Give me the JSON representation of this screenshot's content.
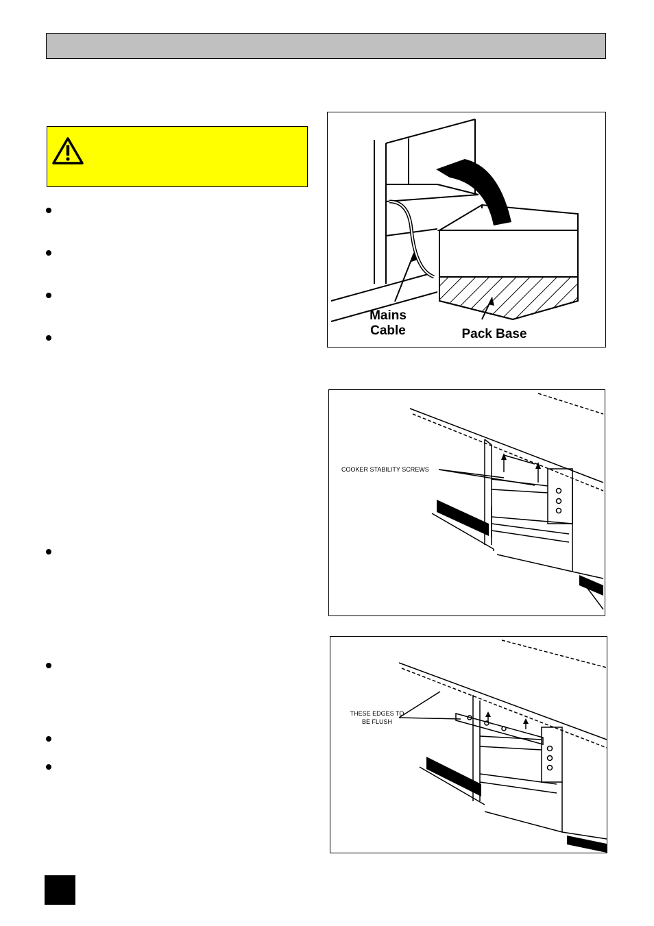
{
  "colors": {
    "header_bar": "#c0c0c0",
    "warning_background": "#ffff00",
    "page_number_box": "#000000"
  },
  "warning": {
    "icon": "warning-triangle-icon"
  },
  "figures": {
    "pack_base": {
      "label_cable_1": "Mains",
      "label_cable_2": "Cable",
      "label_base": "Pack Base"
    },
    "stability_screws": {
      "label": "COOKER STABILITY SCREWS"
    },
    "flush_edges": {
      "label_1": "THESE EDGES TO",
      "label_2": "BE FLUSH"
    }
  }
}
